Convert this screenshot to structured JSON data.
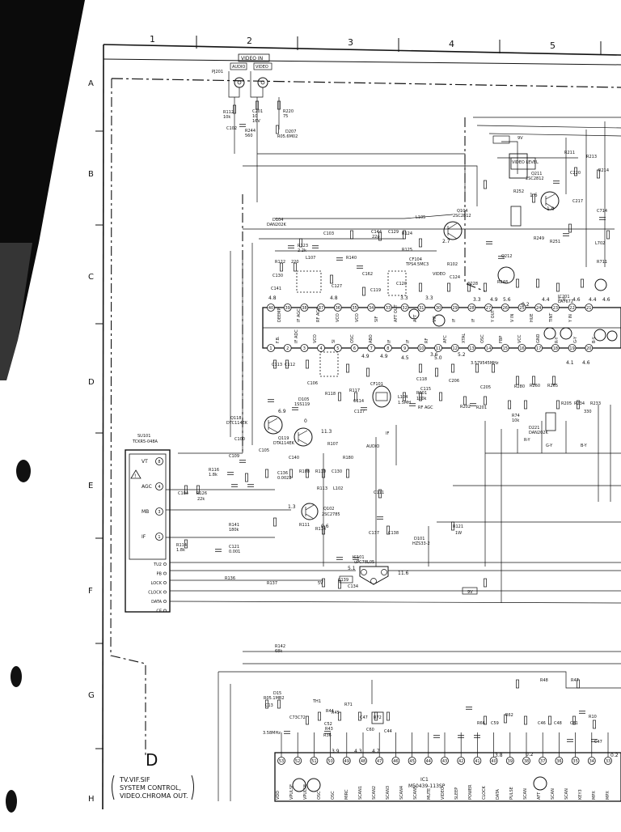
{
  "diagram": {
    "column_numbers": [
      "1",
      "2",
      "3",
      "4",
      "5"
    ],
    "row_letters": [
      "A",
      "B",
      "C",
      "D",
      "E",
      "F",
      "G",
      "H"
    ],
    "connector": {
      "title": "VIDEO IN",
      "sub_audio": "AUDIO",
      "sub_video": "VIDEO",
      "ref": "PJ201"
    },
    "tuner": {
      "ref": "SU101",
      "model": "TCKR5-048A",
      "pins": [
        {
          "label": "VT",
          "num": "8"
        },
        {
          "label": "AGC",
          "num": "4"
        },
        {
          "label": "MB",
          "num": "3"
        },
        {
          "label": "IF",
          "num": "1"
        }
      ],
      "side_pins": [
        "TU2",
        "PB",
        "LOCK",
        "CLOCK",
        "DATA",
        "CE"
      ]
    },
    "ic_upper": {
      "top_pins": [
        "40",
        "39",
        "38",
        "37",
        "36",
        "35",
        "34",
        "33",
        "32",
        "31",
        "30",
        "29",
        "28",
        "27",
        "26",
        "25",
        "24",
        "23",
        "22",
        "21"
      ],
      "bottom_pins": [
        "1",
        "2",
        "3",
        "4",
        "5",
        "6",
        "7",
        "8",
        "9",
        "10",
        "11",
        "12",
        "13",
        "14",
        "15",
        "16",
        "17",
        "18",
        "19",
        "20"
      ],
      "top_labels": [
        "DEEMP",
        "IF AGC",
        "RF AGC",
        "VCO",
        "VCO",
        "SIF",
        "AFT OUT",
        "AFT",
        "VIF",
        "IF",
        "IF",
        "Y OUT",
        "V IN",
        "HUE",
        "TINT",
        "Y IN"
      ],
      "bottom_labels": [
        "F.B.",
        "IF ADC",
        "VCO",
        "SI",
        "OSC",
        "ABO",
        "IF",
        "IF",
        "RF",
        "AFC",
        "XTAL",
        "OSC",
        "FBP",
        "VCC",
        "GND",
        "R-Y",
        "G-Y",
        "B-Y"
      ]
    },
    "ic_lower": {
      "ref": "IC1",
      "model": "M50439-113SP",
      "top_pins": [
        "53",
        "52",
        "51",
        "50",
        "49",
        "48",
        "47",
        "46",
        "45",
        "44",
        "43",
        "42",
        "41",
        "40",
        "39",
        "38",
        "37",
        "36",
        "35",
        "34",
        "33"
      ],
      "bottom_labels": [
        "VDD",
        "VPULSE",
        "VPULSE",
        "OSC",
        "OSC",
        "MIRC",
        "SCAN1",
        "SCAN2",
        "SCAN3",
        "SCAN4",
        "SCAN5",
        "MUTE",
        "VIDEO",
        "SLEEP",
        "POWER",
        "CLOCK",
        "DATA",
        "PULSE",
        "SCAN",
        "AFT",
        "SCAN",
        "SCAN",
        "KEY3",
        "MPX",
        "MPX"
      ]
    },
    "labels": [
      {
        "t": "R112"
      },
      {
        "t": "10k"
      },
      {
        "t": "C201"
      },
      {
        "t": "10"
      },
      {
        "t": "16V"
      },
      {
        "t": "R220"
      },
      {
        "t": "75"
      },
      {
        "t": "C102"
      },
      {
        "t": "R244"
      },
      {
        "t": "560"
      },
      {
        "t": "D207"
      },
      {
        "t": "R05.6M02"
      },
      {
        "t": "D104"
      },
      {
        "t": "DAN202K"
      },
      {
        "t": "Q104"
      },
      {
        "t": "2SC2812"
      },
      {
        "t": "R123"
      },
      {
        "t": "2.2k"
      },
      {
        "t": "C103"
      },
      {
        "t": "C144"
      },
      {
        "t": "22p"
      },
      {
        "t": "C129"
      },
      {
        "t": "R124"
      },
      {
        "t": "L105"
      },
      {
        "t": "R122"
      },
      {
        "t": "220"
      },
      {
        "t": "L107"
      },
      {
        "t": "R140"
      },
      {
        "t": "C162"
      },
      {
        "t": "R125"
      },
      {
        "t": "CF104"
      },
      {
        "t": "TPS4.5MC3"
      },
      {
        "t": "VIDEO"
      },
      {
        "t": "R102"
      },
      {
        "t": "C124"
      },
      {
        "t": "C228"
      },
      {
        "t": "VIDEO LEVEL"
      },
      {
        "t": "Q211"
      },
      {
        "t": "2SC2812"
      },
      {
        "t": "R252"
      },
      {
        "t": "R211"
      },
      {
        "t": "R249"
      },
      {
        "t": "R251"
      },
      {
        "t": "Q212"
      },
      {
        "t": "R248"
      },
      {
        "t": "R213"
      },
      {
        "t": "C220"
      },
      {
        "t": "R214"
      },
      {
        "t": "C217"
      },
      {
        "t": "L702"
      },
      {
        "t": "C714"
      },
      {
        "t": "R711"
      },
      {
        "t": "IC201"
      },
      {
        "t": "LA7672"
      },
      {
        "t": "9V"
      },
      {
        "t": "C130"
      },
      {
        "t": "C141"
      },
      {
        "t": "C127"
      },
      {
        "t": "C119"
      },
      {
        "t": "C120"
      },
      {
        "t": "C113"
      },
      {
        "t": "C112"
      },
      {
        "t": "C106"
      },
      {
        "t": "R118"
      },
      {
        "t": "R117"
      },
      {
        "t": "C114"
      },
      {
        "t": "C117"
      },
      {
        "t": "CF101"
      },
      {
        "t": "L104"
      },
      {
        "t": "1.5MH"
      },
      {
        "t": "C118"
      },
      {
        "t": "C115"
      },
      {
        "t": "R101"
      },
      {
        "t": "100k"
      },
      {
        "t": "RF AGC"
      },
      {
        "t": "R202"
      },
      {
        "t": "R201"
      },
      {
        "t": "C205"
      },
      {
        "t": "C206"
      },
      {
        "t": "3.579545MHz"
      },
      {
        "t": "R280"
      },
      {
        "t": "R260"
      },
      {
        "t": "R265"
      },
      {
        "t": "R74"
      },
      {
        "t": "10k"
      },
      {
        "t": "D221"
      },
      {
        "t": "DAN202K"
      },
      {
        "t": "R205"
      },
      {
        "t": "R234"
      },
      {
        "t": "R233"
      },
      {
        "t": "330"
      },
      {
        "t": "R-Y"
      },
      {
        "t": "G-Y"
      },
      {
        "t": "B-Y"
      },
      {
        "t": "Q119"
      },
      {
        "t": "DTA114EK"
      },
      {
        "t": "Q118"
      },
      {
        "t": "DTC114EK"
      },
      {
        "t": "D105"
      },
      {
        "t": "1SS119"
      },
      {
        "t": "R107"
      },
      {
        "t": "R180"
      },
      {
        "t": "AUDIO"
      },
      {
        "t": "IF"
      },
      {
        "t": "C100"
      },
      {
        "t": "C109"
      },
      {
        "t": "C105"
      },
      {
        "t": "C140"
      },
      {
        "t": "R116"
      },
      {
        "t": "1.8k"
      },
      {
        "t": "C104"
      },
      {
        "t": "R126"
      },
      {
        "t": "22k"
      },
      {
        "t": "C136"
      },
      {
        "t": "0.0022"
      },
      {
        "t": "R108"
      },
      {
        "t": "R110"
      },
      {
        "t": "C130"
      },
      {
        "t": "R113"
      },
      {
        "t": "L102"
      },
      {
        "t": "C111"
      },
      {
        "t": "Q102"
      },
      {
        "t": "2SC2785"
      },
      {
        "t": "R111"
      },
      {
        "t": "R114"
      },
      {
        "t": "C137"
      },
      {
        "t": "C138"
      },
      {
        "t": "D101"
      },
      {
        "t": "HZS33-2"
      },
      {
        "t": "R121"
      },
      {
        "t": "1W"
      },
      {
        "t": "R141"
      },
      {
        "t": "180k"
      },
      {
        "t": "C121"
      },
      {
        "t": "0.001"
      },
      {
        "t": "R114"
      },
      {
        "t": "1.8k"
      },
      {
        "t": "IC101"
      },
      {
        "t": "uPC78L05"
      },
      {
        "t": "5V"
      },
      {
        "t": "C139"
      },
      {
        "t": "C134"
      },
      {
        "t": "R136"
      },
      {
        "t": "R137"
      },
      {
        "t": "9V"
      },
      {
        "t": "R142"
      },
      {
        "t": "68k"
      },
      {
        "t": "R48"
      },
      {
        "t": "R47"
      },
      {
        "t": "D15"
      },
      {
        "t": "R05.1MB2"
      },
      {
        "t": "C13"
      },
      {
        "t": "TH1"
      },
      {
        "t": "R71"
      },
      {
        "t": "R45"
      },
      {
        "t": "C73"
      },
      {
        "t": "C72"
      },
      {
        "t": "C47"
      },
      {
        "t": "R72"
      },
      {
        "t": "R43"
      },
      {
        "t": "C44"
      },
      {
        "t": "R66"
      },
      {
        "t": "C59"
      },
      {
        "t": "R62"
      },
      {
        "t": "C46"
      },
      {
        "t": "C48"
      },
      {
        "t": "C81"
      },
      {
        "t": "C47"
      },
      {
        "t": "R10"
      },
      {
        "t": "3.58MHz"
      },
      {
        "t": "R44"
      },
      {
        "t": "C52"
      },
      {
        "t": "C60"
      },
      {
        "t": "R36"
      }
    ],
    "voltages": [
      "4.8",
      "4.8",
      "3.3",
      "3.3",
      "4.9",
      "4.9",
      "3.6",
      "4.5",
      "5.0",
      "5.2",
      "4.1",
      "4.6",
      "1.6",
      "1.0",
      "2.7",
      "6.9",
      "0",
      "11.3",
      "11.6",
      "5.1",
      "1.3",
      "0.6",
      "4.9",
      "0.2",
      "3.3",
      "5.6",
      "4.4",
      "5.0",
      "4.6",
      "4.4",
      "4.6",
      "3.8",
      "0.2",
      "3.9",
      "4.3",
      "4.7",
      "0.2"
    ],
    "corner_box": {
      "letter": "D",
      "lines": [
        "TV.VIF.SIF",
        "SYSTEM CONTROL,",
        "VIDEO.CHROMA OUT."
      ]
    }
  }
}
